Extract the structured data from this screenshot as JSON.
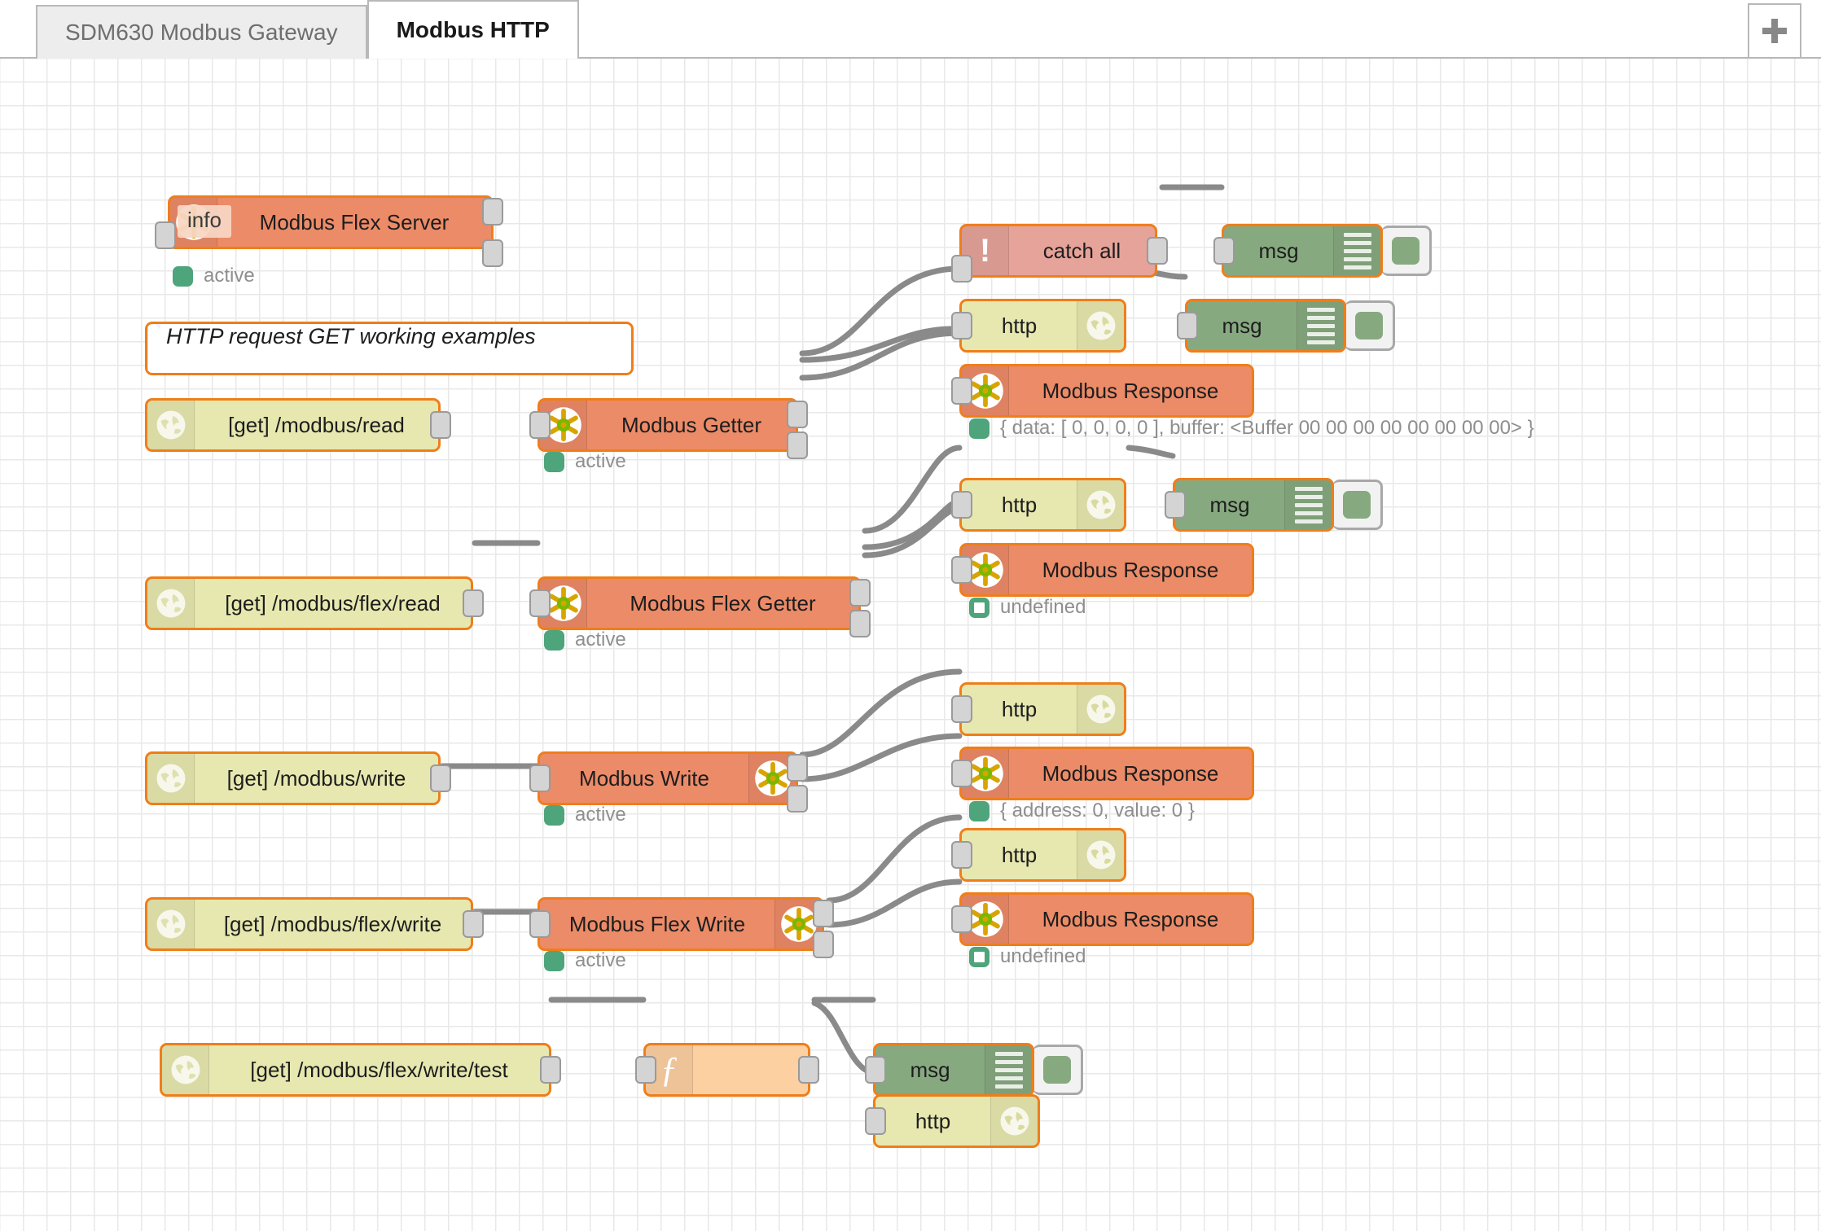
{
  "app": {
    "name": "Node-RED Flow Editor"
  },
  "tabs": {
    "items": [
      {
        "label": "SDM630 Modbus Gateway",
        "active": false
      },
      {
        "label": "Modbus HTTP",
        "active": true
      }
    ],
    "add_label": "+"
  },
  "tooltip": {
    "text": "info"
  },
  "nodes": {
    "modbus_flex_server": {
      "label": "Modbus Flex Server",
      "status": "active"
    },
    "comment": {
      "label": "HTTP request GET working examples"
    },
    "catch_all": {
      "label": "catch all"
    },
    "debug_catch": {
      "label": "msg"
    },
    "row_read": {
      "http_in": "[get] /modbus/read",
      "getter": "Modbus Getter",
      "getter_status": "active",
      "http_response": "http",
      "debug": "msg",
      "modbus_response": "Modbus Response",
      "modbus_response_status": "{ data: [ 0, 0, 0, 0 ], buffer: <Buffer 00 00 00 00 00 00 00 00> }"
    },
    "row_flex_read": {
      "http_in": "[get] /modbus/flex/read",
      "getter": "Modbus Flex Getter",
      "getter_status": "active",
      "http_response": "http",
      "debug": "msg",
      "modbus_response": "Modbus Response",
      "modbus_response_status": "undefined"
    },
    "row_write": {
      "http_in": "[get] /modbus/write",
      "writer": "Modbus Write",
      "writer_status": "active",
      "http_response": "http",
      "modbus_response": "Modbus Response",
      "modbus_response_status": "{ address: 0, value: 0 }"
    },
    "row_flex_write": {
      "http_in": "[get] /modbus/flex/write",
      "writer": "Modbus Flex Write",
      "writer_status": "active",
      "http_response": "http",
      "modbus_response": "Modbus Response",
      "modbus_response_status": "undefined"
    },
    "row_test": {
      "http_in": "[get] /modbus/flex/write/test",
      "function": "",
      "debug": "msg",
      "http_response": "http"
    }
  },
  "colors": {
    "node_border": "#ef7e1a",
    "modbus": "#ec8b68",
    "http": "#e7e8af",
    "debug": "#87a980",
    "catch": "#e6a39a",
    "function": "#fdd0a2",
    "status_green": "#4ea47b",
    "wire": "#8a8a8a",
    "grid": "#e8e8e8"
  }
}
